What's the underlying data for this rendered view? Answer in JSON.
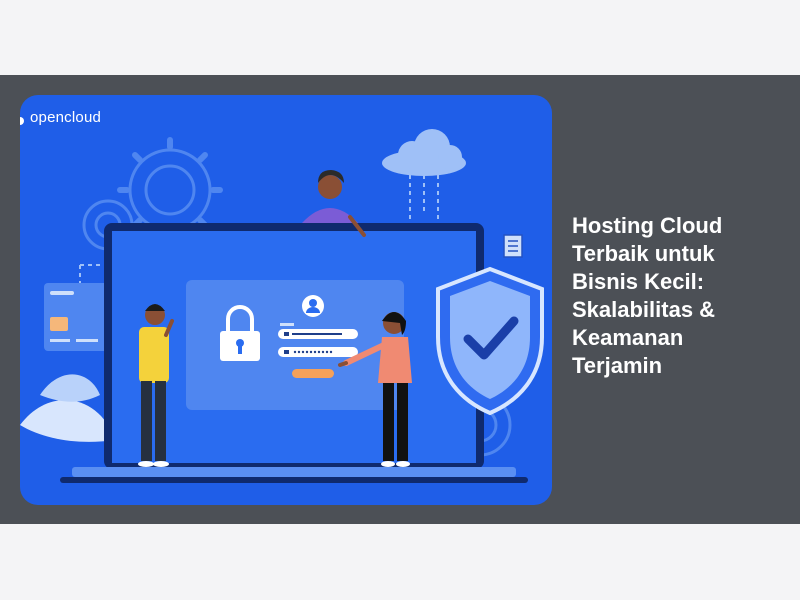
{
  "brand": {
    "logo_text": "opencloud"
  },
  "article": {
    "headline_lines": [
      "Hosting Cloud",
      "Terbaik untuk",
      "Bisnis Kecil:",
      "Skalabilitas &",
      "Keamanan",
      "Terjamin"
    ]
  },
  "colors": {
    "card_background": "#1f5ee8",
    "banner_background": "#4c5056",
    "page_background": "#f4f4f6",
    "accent_orange": "#f5a15a"
  },
  "icons": [
    "gear-icon",
    "cloud-icon",
    "lock-icon",
    "user-icon",
    "shield-check-icon",
    "document-icon",
    "credit-card-icon",
    "leaf-icon"
  ]
}
